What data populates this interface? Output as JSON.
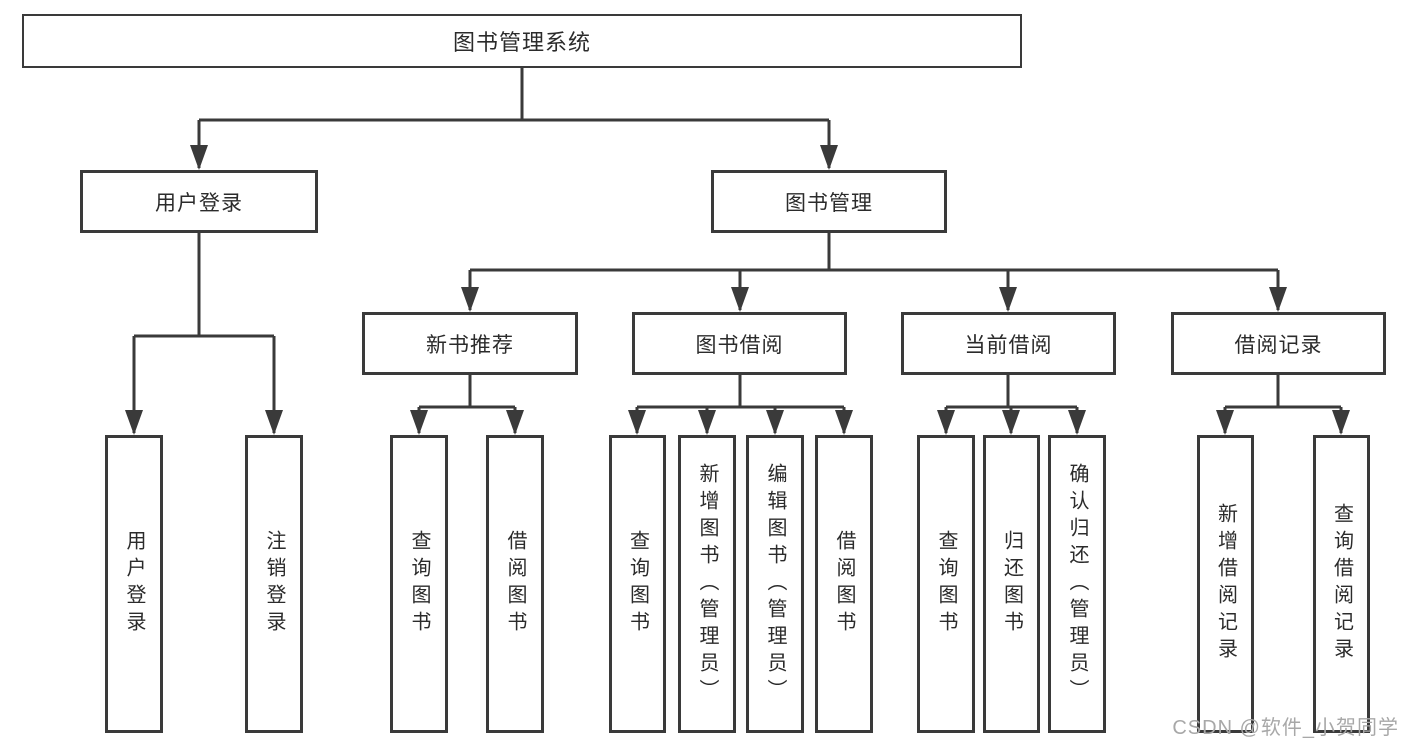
{
  "diagram": {
    "type": "hierarchy-tree",
    "title": "图书管理系统",
    "colors": {
      "line": "#3a3a3a",
      "box_border": "#3a3a3a",
      "text": "#2b2b2b",
      "watermark": "#a8a8a8",
      "background": "#ffffff"
    },
    "nodes": {
      "root": {
        "label": "图书管理系统"
      },
      "user_login": {
        "label": "用户登录"
      },
      "book_management": {
        "label": "图书管理"
      },
      "new_book_recommend": {
        "label": "新书推荐"
      },
      "book_borrowing": {
        "label": "图书借阅"
      },
      "current_borrowing": {
        "label": "当前借阅"
      },
      "borrowing_records": {
        "label": "借阅记录"
      },
      "leaf_user_login": {
        "label": "用户登录"
      },
      "leaf_logout": {
        "label": "注销登录"
      },
      "leaf_recommend_query_books": {
        "label": "查询图书"
      },
      "leaf_recommend_borrow_books": {
        "label": "借阅图书"
      },
      "leaf_borrow_query_books": {
        "label": "查询图书"
      },
      "leaf_borrow_add_books": {
        "label": "新增图书（管理员）"
      },
      "leaf_borrow_edit_books": {
        "label": "编辑图书（管理员）"
      },
      "leaf_borrow_borrow_books": {
        "label": "借阅图书"
      },
      "leaf_current_query_books": {
        "label": "查询图书"
      },
      "leaf_current_return_books": {
        "label": "归还图书"
      },
      "leaf_current_confirm_return": {
        "label": "确认归还（管理员）"
      },
      "leaf_records_add_record": {
        "label": "新增借阅记录"
      },
      "leaf_records_query_record": {
        "label": "查询借阅记录"
      }
    },
    "edges": [
      [
        "root",
        "user_login"
      ],
      [
        "root",
        "book_management"
      ],
      [
        "user_login",
        "leaf_user_login"
      ],
      [
        "user_login",
        "leaf_logout"
      ],
      [
        "book_management",
        "new_book_recommend"
      ],
      [
        "book_management",
        "book_borrowing"
      ],
      [
        "book_management",
        "current_borrowing"
      ],
      [
        "book_management",
        "borrowing_records"
      ],
      [
        "new_book_recommend",
        "leaf_recommend_query_books"
      ],
      [
        "new_book_recommend",
        "leaf_recommend_borrow_books"
      ],
      [
        "book_borrowing",
        "leaf_borrow_query_books"
      ],
      [
        "book_borrowing",
        "leaf_borrow_add_books"
      ],
      [
        "book_borrowing",
        "leaf_borrow_edit_books"
      ],
      [
        "book_borrowing",
        "leaf_borrow_borrow_books"
      ],
      [
        "current_borrowing",
        "leaf_current_query_books"
      ],
      [
        "current_borrowing",
        "leaf_current_return_books"
      ],
      [
        "current_borrowing",
        "leaf_current_confirm_return"
      ],
      [
        "borrowing_records",
        "leaf_records_add_record"
      ],
      [
        "borrowing_records",
        "leaf_records_query_record"
      ]
    ]
  },
  "watermark": "CSDN @软件_小贺同学"
}
